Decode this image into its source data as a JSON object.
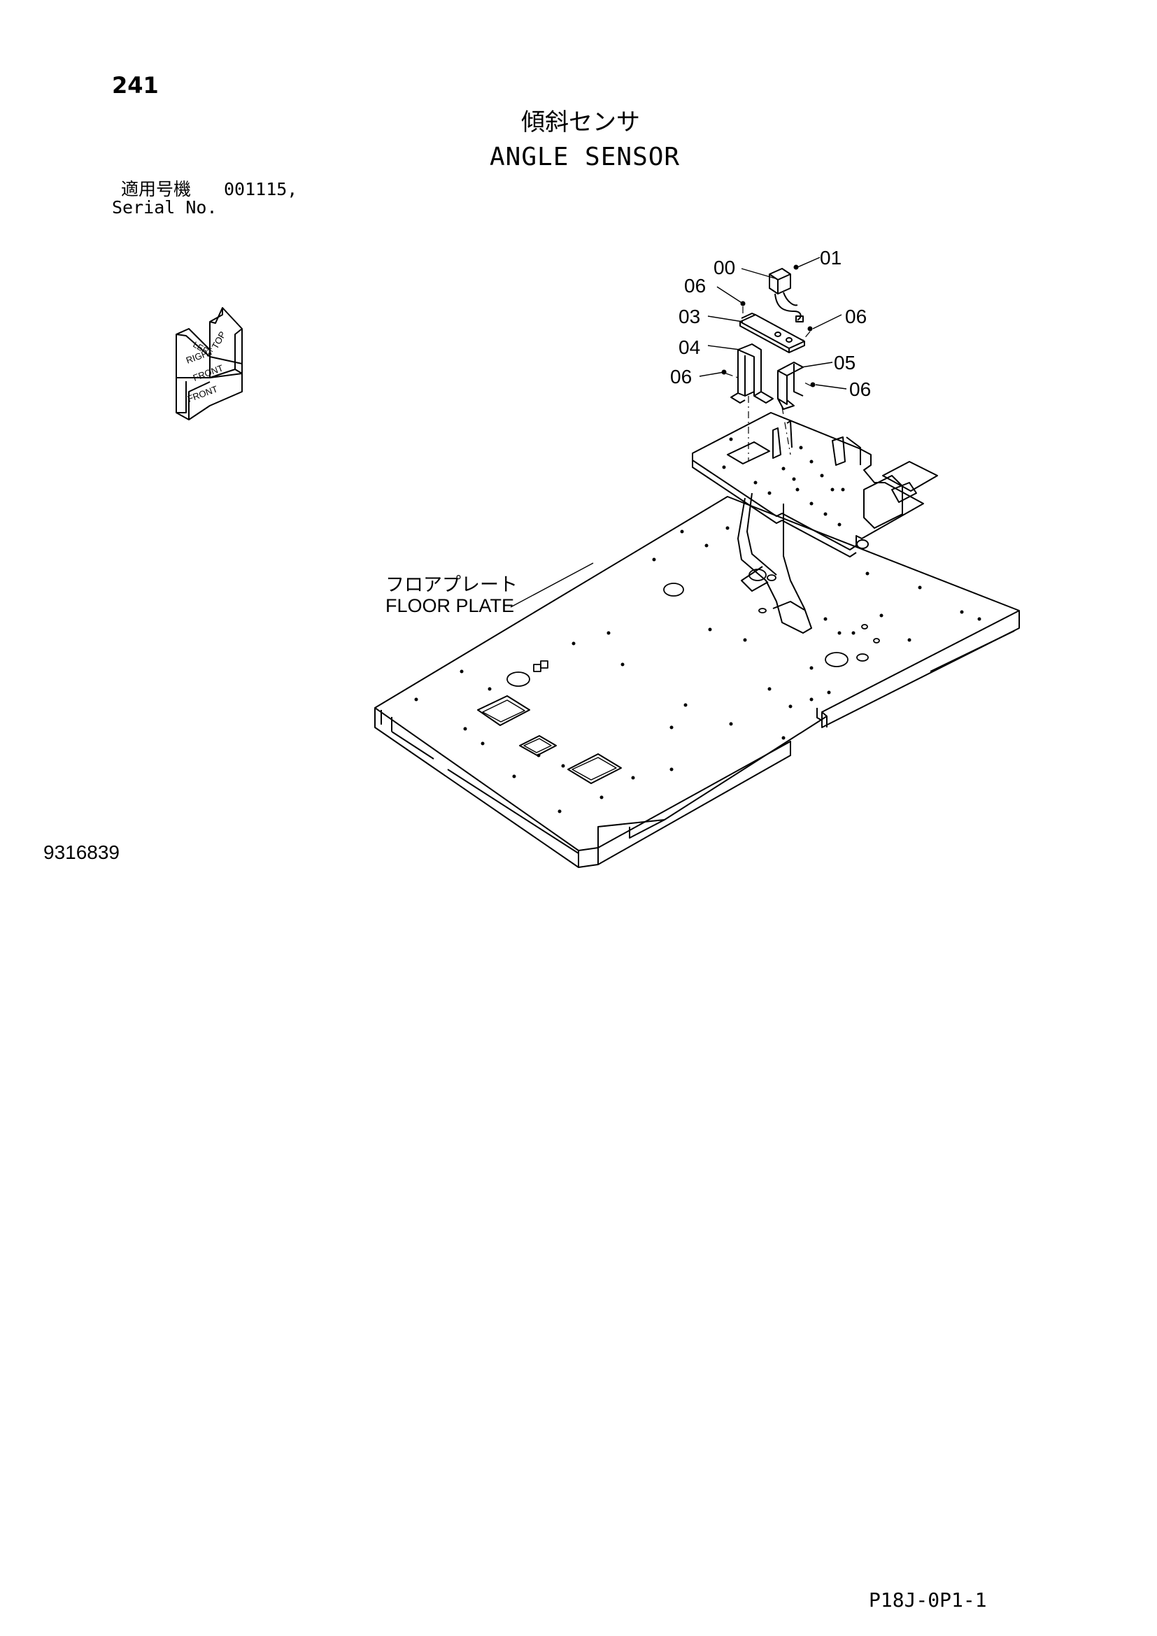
{
  "page": {
    "number": "241",
    "title_jp": "傾斜センサ",
    "title_en": "ANGLE SENSOR",
    "serial_label_jp": "適用号機",
    "serial_value": "001115,",
    "serial_label_en": "Serial No.",
    "document_number": "9316839",
    "footer_code": "P18J-0P1-1"
  },
  "orientation": {
    "labels": [
      "TOP",
      "RIGHT",
      "FRONT",
      "FRONT",
      "LEFT"
    ]
  },
  "callouts": {
    "c00": "00",
    "c01": "01",
    "c06a": "06",
    "c03": "03",
    "c06b": "06",
    "c04": "04",
    "c05": "05",
    "c06c": "06",
    "c06d": "06"
  },
  "floor_plate": {
    "label_jp": "フロアプレート",
    "label_en": "FLOOR PLATE"
  }
}
